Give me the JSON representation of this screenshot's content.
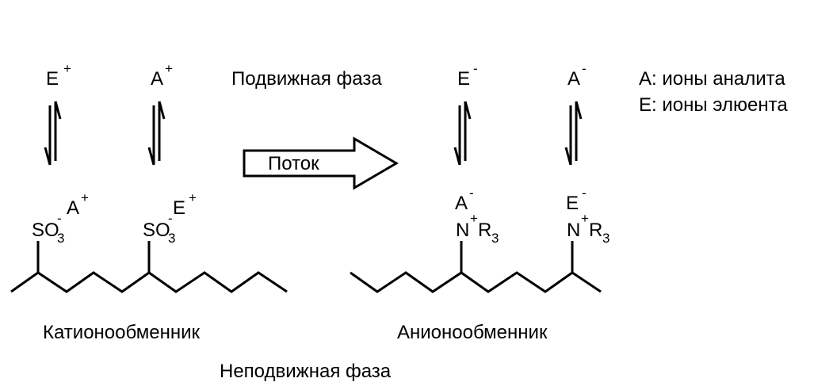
{
  "ions": {
    "e_plus": "E",
    "plus": "+",
    "a_plus": "A",
    "e_minus": "E",
    "minus": "-",
    "a_minus": "A"
  },
  "labels": {
    "mobile_phase": "Подвижная фаза",
    "flow": "Поток",
    "legend_a": "A: ионы аналита",
    "legend_e": "E: ионы элюента",
    "cation_exchanger": "Катионообменник",
    "anion_exchanger": "Анионообменник",
    "stationary_phase": "Неподвижная фаза"
  },
  "groups": {
    "so3_main": "SO",
    "so3_sub": "3",
    "so3_charge": "-",
    "n_main": "N",
    "n_charge": "+",
    "r": "R",
    "r_sub": "3"
  }
}
